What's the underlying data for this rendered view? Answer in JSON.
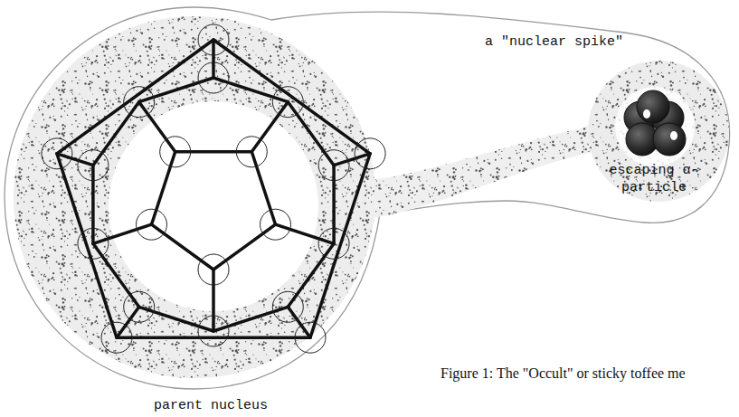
{
  "diagram": {
    "caption": "Figure 1: The \"Occult\" or sticky toffee me",
    "labels": [
      "a \"nuclear spike\"",
      "escaping α-particle",
      "parent nucleus"
    ]
  }
}
